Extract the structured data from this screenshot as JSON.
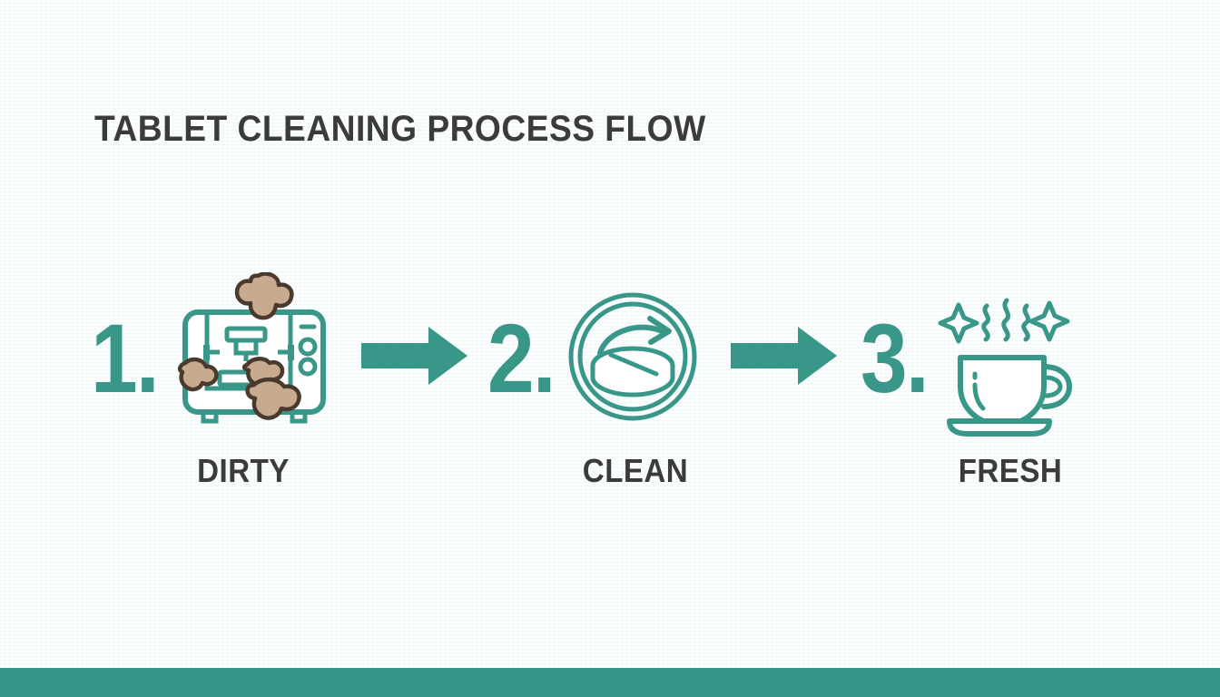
{
  "page": {
    "title": "TABLET CLEANING PROCESS FLOW",
    "background_color": "#fbfdfd",
    "accent_color": "#389789",
    "text_color": "#3b3b3b",
    "dirt_fill_color": "#c8ab8e",
    "dirt_outline_color": "#4a3a2e",
    "footer_color": "#359789"
  },
  "steps": [
    {
      "number": "1.",
      "label": "DIRTY",
      "icon": "dirty-tablet-press-machine-icon"
    },
    {
      "number": "2.",
      "label": "CLEAN",
      "icon": "clean-tablet-circle-arrow-icon"
    },
    {
      "number": "3.",
      "label": "FRESH",
      "icon": "fresh-steaming-cup-sparkle-icon"
    }
  ],
  "arrows": [
    {
      "name": "arrow-step-1-to-2",
      "direction": "right"
    },
    {
      "name": "arrow-step-2-to-3",
      "direction": "right"
    }
  ]
}
